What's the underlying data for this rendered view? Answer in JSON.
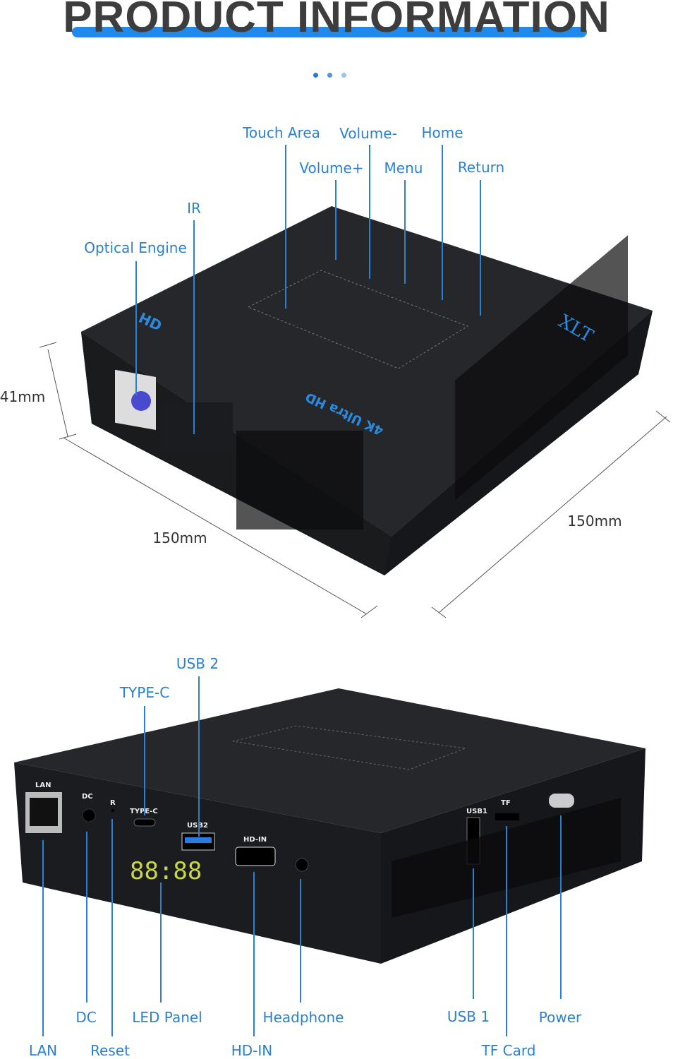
{
  "title": "PRODUCT INFORMATION",
  "colors": {
    "accent": "#2188ee",
    "label": "#2a80d2",
    "body": "#1f2124",
    "led": "#c9d64a"
  },
  "top_view": {
    "labels": {
      "touch_area": "Touch Area",
      "volume_minus": "Volume-",
      "home": "Home",
      "volume_plus": "Volume+",
      "menu": "Menu",
      "return": "Return",
      "ir": "IR",
      "optical_engine": "Optical Engine"
    },
    "dimensions": {
      "height": "41mm",
      "width": "150mm",
      "depth": "150mm"
    },
    "device_print": {
      "brand": "XLT",
      "badge": "4K Ultra HD",
      "hd": "HD"
    }
  },
  "rear_view": {
    "labels": {
      "usb2": "USB 2",
      "type_c": "TYPE-C",
      "dc": "DC",
      "led_panel": "LED Panel",
      "headphone": "Headphone",
      "usb1": "USB 1",
      "power": "Power",
      "lan": "LAN",
      "reset": "Reset",
      "hd_in": "HD-IN",
      "tf_card": "TF Card"
    },
    "port_print": {
      "lan": "LAN",
      "dc": "DC",
      "r": "R",
      "type_c": "TYPE-C",
      "usb2": "USB2",
      "hd_in": "HD-IN",
      "usb1": "USB1",
      "tf": "TF",
      "led": "88:88"
    }
  }
}
